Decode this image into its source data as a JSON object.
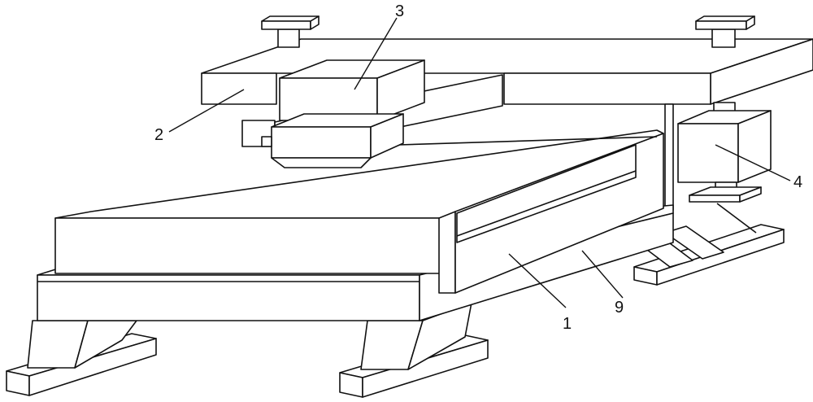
{
  "callouts": [
    {
      "id": "1",
      "text": "1"
    },
    {
      "id": "2",
      "text": "2"
    },
    {
      "id": "3",
      "text": "3"
    },
    {
      "id": "4",
      "text": "4"
    },
    {
      "id": "9",
      "text": "9"
    }
  ],
  "colors": {
    "stroke": "#111111",
    "fill": "#ffffff"
  }
}
